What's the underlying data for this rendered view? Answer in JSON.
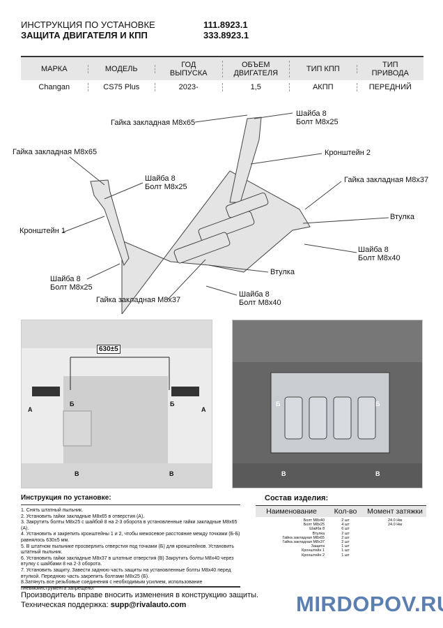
{
  "header": {
    "title1": "ИНСТРУКЦИЯ ПО УСТАНОВКЕ",
    "title2": "ЗАЩИТА ДВИГАТЕЛЯ И КПП",
    "code1": "111.8923.1",
    "code2": "333.8923.1"
  },
  "spec": {
    "headers": [
      "МАРКА",
      "МОДЕЛЬ",
      "ГОД\nВЫПУСКА",
      "ОБЪЕМ\nДВИГАТЕЛЯ",
      "ТИП КПП",
      "ТИП\nПРИВОДА"
    ],
    "values": [
      "Changan",
      "CS75 Plus",
      "2023-",
      "1,5",
      "АКПП",
      "ПЕРЕДНИЙ"
    ]
  },
  "diagram": {
    "labels": [
      "Шайба 8\nБолт M8x25",
      "Гайка закладная M8x65",
      "Гайка закладная M8x65",
      "Кронштейн 2",
      "Шайба 8\nБолт M8x25",
      "Гайка закладная M8x37",
      "Втулка",
      "Кронштейн 1",
      "Шайба 8\nБолт M8x40",
      "Втулка",
      "Шайба 8\nБолт M8x25",
      "Гайка закладная M8x37",
      "Шайба 8\nБолт M8x40"
    ]
  },
  "photos": {
    "dimension": "630±5",
    "marks": {
      "a": "А",
      "b": "Б",
      "v": "В"
    }
  },
  "instructions": {
    "title": "Инструкция по установке:",
    "steps": [
      "1. Снять штатный пыльник.",
      "2. Установить гайки закладные M8x65 в отверстия (А).",
      "3. Закрутить болты M8x25 с шайбой 8 на 2-3 оборота в установленные гайки закладные M8x65 (А).",
      "4. Установить и закрепить кронштейны 1 и 2, чтобы межосевое расстояние между точками (Б-Б) равнялось 630±5 мм.",
      "5. В штатном пыльнике просверлить отверстия под точками (Б) для кронштейнов. Установить штатный пыльник.",
      "6. Установить гайки закладные M8x37 в штатные отверстия (В) Закрутить болты M8x40 через втулку с шайбами 8 на 2-3 оборота.",
      "7. Установить защиту. Завести заднюю часть защиты на установленные болты M8x40 перед втулкой. Переднюю часть закрепить болтами M8x25 (Б).",
      "8.Затянуть все резьбовые соединения с необходимым усилием, использование пневмоинструмента запрещено!"
    ]
  },
  "composition": {
    "title": "Состав изделия:",
    "headers": [
      "Наименование",
      "Кол-во",
      "Момент затяжки"
    ],
    "rows": [
      [
        "Болт M8x40",
        "2 шт",
        "24.0 Нм"
      ],
      [
        "Болт M8x25",
        "4 шт",
        "24.0 Нм"
      ],
      [
        "Шайба 8",
        "6 шт",
        ""
      ],
      [
        "Втулка",
        "2 шт",
        ""
      ],
      [
        "Гайка закладная M8x65",
        "2 шт",
        ""
      ],
      [
        "Гайка закладная M8x37",
        "2 шт",
        ""
      ],
      [
        "Защита",
        "1 шт",
        ""
      ],
      [
        "Кронштейн 1",
        "1 шт",
        ""
      ],
      [
        "Кронштейн 2",
        "1 шт",
        ""
      ]
    ]
  },
  "footer": {
    "note": "Производитель вправе вносить изменения в конструкцию защиты.",
    "support_label": "Техническая поддержка: ",
    "support_email": "supp@rivalauto.com",
    "watermark": "MIRDOPOV.RU"
  }
}
